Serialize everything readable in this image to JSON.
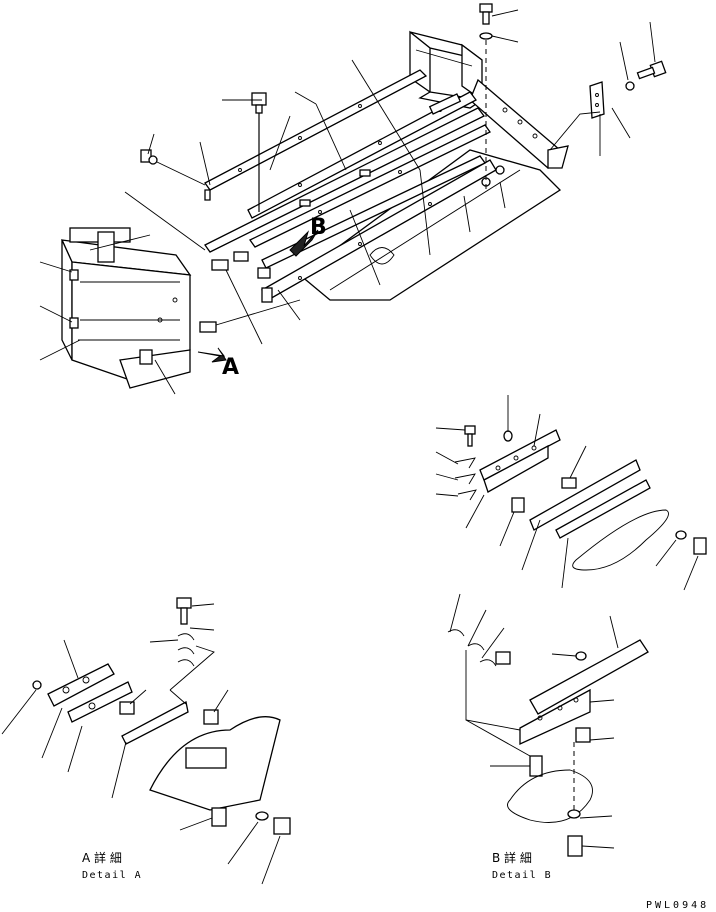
{
  "view_labels": {
    "arrow_a": "A",
    "arrow_b": "B"
  },
  "detail_a": {
    "title_jp": "A 詳 細",
    "title_en": "Detail A"
  },
  "detail_b": {
    "title_jp": "B 詳 細",
    "title_en": "Detail B"
  },
  "drawing_code": "PWL0948"
}
